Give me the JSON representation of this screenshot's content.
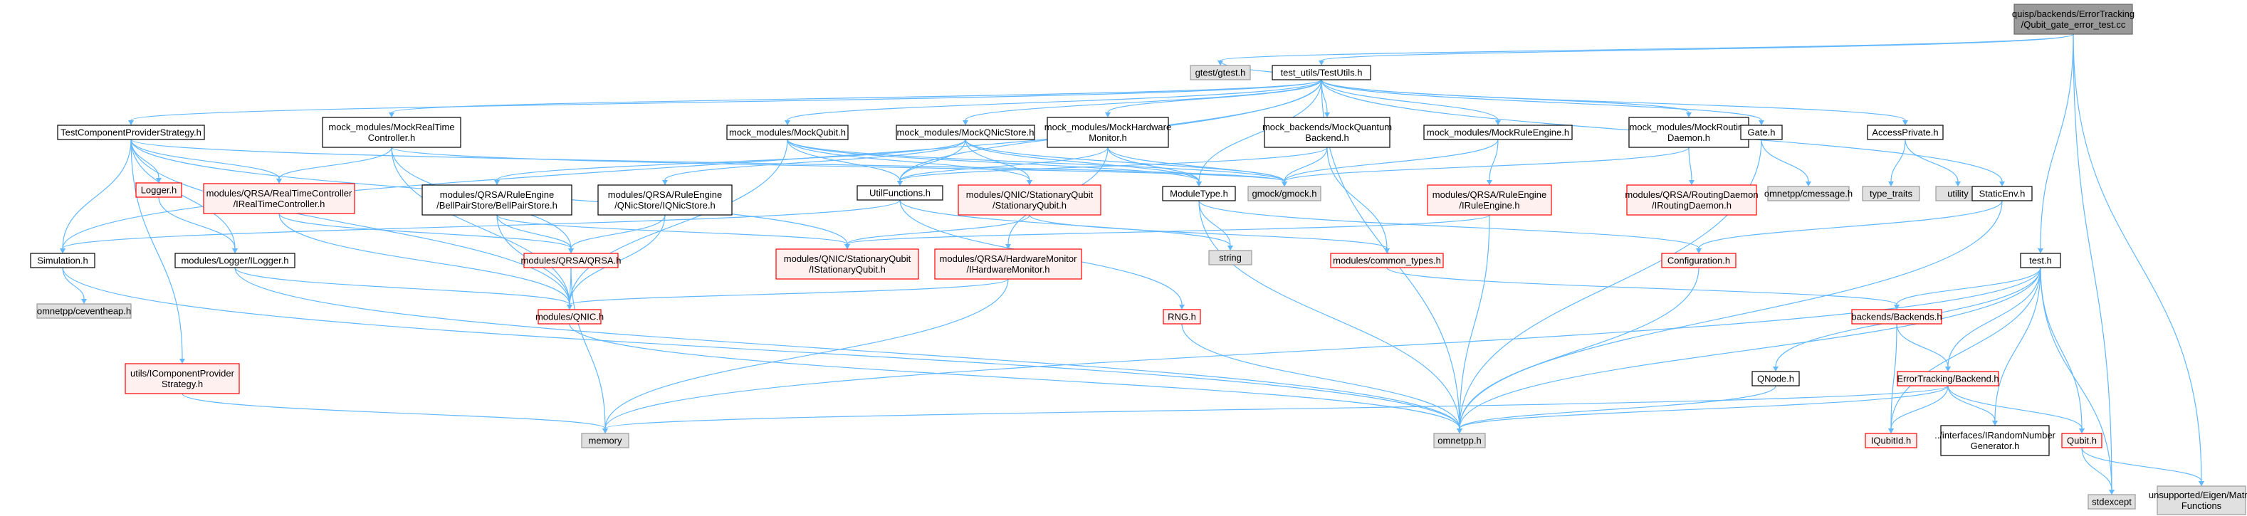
{
  "colors": {
    "edge": "#63b8ff",
    "root_fill": "#999999",
    "root_stroke": "#666666",
    "normal_fill": "#ffffff",
    "normal_stroke": "#000000",
    "external_fill": "#e0e0e0",
    "external_stroke": "#999999",
    "truncated_fill": "#fff0f0",
    "truncated_stroke": "#ff0000"
  },
  "nodes": [
    {
      "id": "root",
      "lines": [
        "quisp/backends/ErrorTracking",
        "/Qubit_gate_error_test.cc"
      ],
      "kind": "root"
    },
    {
      "id": "gtest",
      "lines": [
        "gtest/gtest.h"
      ],
      "kind": "external"
    },
    {
      "id": "testutils",
      "lines": [
        "test_utils/TestUtils.h"
      ],
      "kind": "normal"
    },
    {
      "id": "tcps",
      "lines": [
        "TestComponentProviderStrategy.h"
      ],
      "kind": "normal"
    },
    {
      "id": "mockrtc",
      "lines": [
        "mock_modules/MockRealTime",
        "Controller.h"
      ],
      "kind": "normal"
    },
    {
      "id": "mockqubit",
      "lines": [
        "mock_modules/MockQubit.h"
      ],
      "kind": "normal"
    },
    {
      "id": "mockqnic",
      "lines": [
        "mock_modules/MockQNicStore.h"
      ],
      "kind": "normal"
    },
    {
      "id": "mockhw",
      "lines": [
        "mock_modules/MockHardware",
        "Monitor.h"
      ],
      "kind": "normal"
    },
    {
      "id": "mockqb",
      "lines": [
        "mock_backends/MockQuantum",
        "Backend.h"
      ],
      "kind": "normal"
    },
    {
      "id": "mockre",
      "lines": [
        "mock_modules/MockRuleEngine.h"
      ],
      "kind": "normal"
    },
    {
      "id": "mockrd",
      "lines": [
        "mock_modules/MockRouting",
        "Daemon.h"
      ],
      "kind": "normal"
    },
    {
      "id": "gate",
      "lines": [
        "Gate.h"
      ],
      "kind": "normal"
    },
    {
      "id": "accessp",
      "lines": [
        "AccessPrivate.h"
      ],
      "kind": "normal"
    },
    {
      "id": "logger",
      "lines": [
        "Logger.h"
      ],
      "kind": "truncated"
    },
    {
      "id": "irtc",
      "lines": [
        "modules/QRSA/RealTimeController",
        "/IRealTimeController.h"
      ],
      "kind": "truncated"
    },
    {
      "id": "bellpair",
      "lines": [
        "modules/QRSA/RuleEngine",
        "/BellPairStore/BellPairStore.h"
      ],
      "kind": "normal"
    },
    {
      "id": "iqnicstore",
      "lines": [
        "modules/QRSA/RuleEngine",
        "/QNicStore/IQNicStore.h"
      ],
      "kind": "normal"
    },
    {
      "id": "utilfn",
      "lines": [
        "UtilFunctions.h"
      ],
      "kind": "normal"
    },
    {
      "id": "sq",
      "lines": [
        "modules/QNIC/StationaryQubit",
        "/StationaryQubit.h"
      ],
      "kind": "truncated"
    },
    {
      "id": "moduletype",
      "lines": [
        "ModuleType.h"
      ],
      "kind": "normal"
    },
    {
      "id": "gmock",
      "lines": [
        "gmock/gmock.h"
      ],
      "kind": "external"
    },
    {
      "id": "iruleengine",
      "lines": [
        "modules/QRSA/RuleEngine",
        "/IRuleEngine.h"
      ],
      "kind": "truncated"
    },
    {
      "id": "iroutingd",
      "lines": [
        "modules/QRSA/RoutingDaemon",
        "/IRoutingDaemon.h"
      ],
      "kind": "truncated"
    },
    {
      "id": "cmessage",
      "lines": [
        "omnetpp/cmessage.h"
      ],
      "kind": "external"
    },
    {
      "id": "typetraits",
      "lines": [
        "type_traits"
      ],
      "kind": "external"
    },
    {
      "id": "utility",
      "lines": [
        "utility"
      ],
      "kind": "external"
    },
    {
      "id": "staticenv",
      "lines": [
        "StaticEnv.h"
      ],
      "kind": "normal"
    },
    {
      "id": "simulation",
      "lines": [
        "Simulation.h"
      ],
      "kind": "normal"
    },
    {
      "id": "ilogger",
      "lines": [
        "modules/Logger/ILogger.h"
      ],
      "kind": "normal"
    },
    {
      "id": "qrsa",
      "lines": [
        "modules/QRSA/QRSA.h"
      ],
      "kind": "truncated"
    },
    {
      "id": "isq",
      "lines": [
        "modules/QNIC/StationaryQubit",
        "/IStationaryQubit.h"
      ],
      "kind": "truncated"
    },
    {
      "id": "ihwm",
      "lines": [
        "modules/QRSA/HardwareMonitor",
        "/IHardwareMonitor.h"
      ],
      "kind": "truncated"
    },
    {
      "id": "string",
      "lines": [
        "string"
      ],
      "kind": "external"
    },
    {
      "id": "commontypes",
      "lines": [
        "modules/common_types.h"
      ],
      "kind": "truncated"
    },
    {
      "id": "configuration",
      "lines": [
        "Configuration.h"
      ],
      "kind": "truncated"
    },
    {
      "id": "testh",
      "lines": [
        "test.h"
      ],
      "kind": "normal"
    },
    {
      "id": "ceventheap",
      "lines": [
        "omnetpp/ceventheap.h"
      ],
      "kind": "external"
    },
    {
      "id": "qnic",
      "lines": [
        "modules/QNIC.h"
      ],
      "kind": "truncated"
    },
    {
      "id": "rng",
      "lines": [
        "RNG.h"
      ],
      "kind": "truncated"
    },
    {
      "id": "backends",
      "lines": [
        "backends/Backends.h"
      ],
      "kind": "truncated"
    },
    {
      "id": "icps",
      "lines": [
        "utils/IComponentProvider",
        "Strategy.h"
      ],
      "kind": "truncated"
    },
    {
      "id": "qnode",
      "lines": [
        "QNode.h"
      ],
      "kind": "normal"
    },
    {
      "id": "etbackend",
      "lines": [
        "ErrorTracking/Backend.h"
      ],
      "kind": "truncated"
    },
    {
      "id": "memory",
      "lines": [
        "memory"
      ],
      "kind": "external"
    },
    {
      "id": "omnetpp",
      "lines": [
        "omnetpp.h"
      ],
      "kind": "external"
    },
    {
      "id": "iqubitid",
      "lines": [
        "IQubitId.h"
      ],
      "kind": "truncated"
    },
    {
      "id": "irng",
      "lines": [
        "../interfaces/IRandomNumber",
        "Generator.h"
      ],
      "kind": "normal"
    },
    {
      "id": "qubith",
      "lines": [
        "Qubit.h"
      ],
      "kind": "truncated"
    },
    {
      "id": "stdexcept",
      "lines": [
        "stdexcept"
      ],
      "kind": "external"
    },
    {
      "id": "eigen",
      "lines": [
        "unsupported/Eigen/Matrix",
        "Functions"
      ],
      "kind": "external"
    }
  ],
  "edges": [
    [
      "root",
      "gtest"
    ],
    [
      "root",
      "testutils"
    ],
    [
      "root",
      "testh"
    ],
    [
      "root",
      "stdexcept"
    ],
    [
      "root",
      "eigen"
    ],
    [
      "testutils",
      "gtest"
    ],
    [
      "testutils",
      "tcps"
    ],
    [
      "testutils",
      "mockrtc"
    ],
    [
      "testutils",
      "mockqubit"
    ],
    [
      "testutils",
      "mockqnic"
    ],
    [
      "testutils",
      "mockhw"
    ],
    [
      "testutils",
      "mockqb"
    ],
    [
      "testutils",
      "mockre"
    ],
    [
      "testutils",
      "mockrd"
    ],
    [
      "testutils",
      "gate"
    ],
    [
      "testutils",
      "accessp"
    ],
    [
      "testutils",
      "staticenv"
    ],
    [
      "testutils",
      "simulation"
    ],
    [
      "testutils",
      "utilfn"
    ],
    [
      "testutils",
      "moduletype"
    ],
    [
      "testutils",
      "omnetpp"
    ],
    [
      "tcps",
      "logger"
    ],
    [
      "tcps",
      "irtc"
    ],
    [
      "tcps",
      "simulation"
    ],
    [
      "tcps",
      "ilogger"
    ],
    [
      "tcps",
      "isq"
    ],
    [
      "tcps",
      "qnic"
    ],
    [
      "tcps",
      "icps"
    ],
    [
      "tcps",
      "gmock"
    ],
    [
      "mockrtc",
      "irtc"
    ],
    [
      "mockrtc",
      "qrsa"
    ],
    [
      "mockrtc",
      "qnic"
    ],
    [
      "mockrtc",
      "gmock"
    ],
    [
      "mockqubit",
      "sq"
    ],
    [
      "mockqubit",
      "utilfn"
    ],
    [
      "mockqubit",
      "moduletype"
    ],
    [
      "mockqubit",
      "gmock"
    ],
    [
      "mockqubit",
      "qnic"
    ],
    [
      "mockqnic",
      "bellpair"
    ],
    [
      "mockqnic",
      "iqnicstore"
    ],
    [
      "mockqnic",
      "utilfn"
    ],
    [
      "mockqnic",
      "sq"
    ],
    [
      "mockqnic",
      "moduletype"
    ],
    [
      "mockqnic",
      "gmock"
    ],
    [
      "mockhw",
      "ihwm"
    ],
    [
      "mockhw",
      "utilfn"
    ],
    [
      "mockhw",
      "moduletype"
    ],
    [
      "mockhw",
      "gmock"
    ],
    [
      "mockqb",
      "gmock"
    ],
    [
      "mockqb",
      "commontypes"
    ],
    [
      "mockqb",
      "utilfn"
    ],
    [
      "mockre",
      "iruleengine"
    ],
    [
      "mockre",
      "gmock"
    ],
    [
      "mockrd",
      "iroutingd"
    ],
    [
      "mockrd",
      "gmock"
    ],
    [
      "gate",
      "cmessage"
    ],
    [
      "gate",
      "omnetpp"
    ],
    [
      "accessp",
      "typetraits"
    ],
    [
      "accessp",
      "utility"
    ],
    [
      "logger",
      "ilogger"
    ],
    [
      "irtc",
      "qrsa"
    ],
    [
      "irtc",
      "qnic"
    ],
    [
      "bellpair",
      "qrsa"
    ],
    [
      "bellpair",
      "isq"
    ],
    [
      "bellpair",
      "qnic"
    ],
    [
      "iqnicstore",
      "qrsa"
    ],
    [
      "iqnicstore",
      "qnic"
    ],
    [
      "utilfn",
      "simulation"
    ],
    [
      "utilfn",
      "string"
    ],
    [
      "utilfn",
      "rng"
    ],
    [
      "sq",
      "isq"
    ],
    [
      "sq",
      "commontypes"
    ],
    [
      "moduletype",
      "string"
    ],
    [
      "moduletype",
      "configuration"
    ],
    [
      "moduletype",
      "omnetpp"
    ],
    [
      "iruleengine",
      "isq"
    ],
    [
      "iruleengine",
      "omnetpp"
    ],
    [
      "staticenv",
      "configuration"
    ],
    [
      "staticenv",
      "omnetpp"
    ],
    [
      "simulation",
      "ceventheap"
    ],
    [
      "simulation",
      "omnetpp"
    ],
    [
      "ilogger",
      "qnic"
    ],
    [
      "ilogger",
      "omnetpp"
    ],
    [
      "qrsa",
      "qnic"
    ],
    [
      "qrsa",
      "memory"
    ],
    [
      "ihwm",
      "qnic"
    ],
    [
      "ihwm",
      "memory"
    ],
    [
      "commontypes",
      "backends"
    ],
    [
      "configuration",
      "omnetpp"
    ],
    [
      "qnic",
      "omnetpp"
    ],
    [
      "rng",
      "omnetpp"
    ],
    [
      "icps",
      "memory"
    ],
    [
      "testh",
      "backends"
    ],
    [
      "testh",
      "etbackend"
    ],
    [
      "testh",
      "qubith"
    ],
    [
      "testh",
      "iqubitid"
    ],
    [
      "testh",
      "irng"
    ],
    [
      "testh",
      "omnetpp"
    ],
    [
      "testh",
      "memory"
    ],
    [
      "testh",
      "stdexcept"
    ],
    [
      "testh",
      "qnode"
    ],
    [
      "backends",
      "etbackend"
    ],
    [
      "backends",
      "iqubitid"
    ],
    [
      "etbackend",
      "iqubitid"
    ],
    [
      "etbackend",
      "irng"
    ],
    [
      "etbackend",
      "qubith"
    ],
    [
      "etbackend",
      "omnetpp"
    ],
    [
      "etbackend",
      "memory"
    ],
    [
      "qubith",
      "stdexcept"
    ],
    [
      "qubith",
      "eigen"
    ],
    [
      "qnode",
      "omnetpp"
    ]
  ]
}
